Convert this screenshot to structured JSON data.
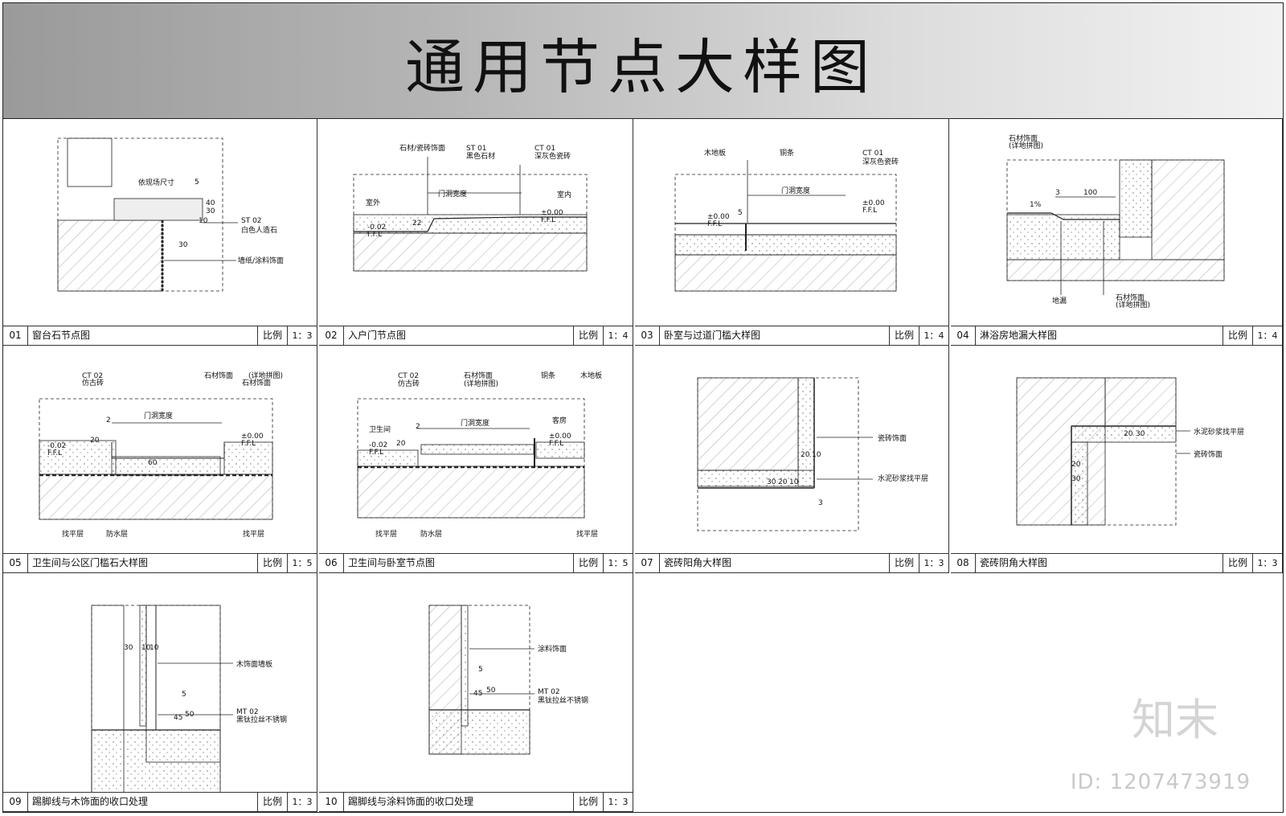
{
  "title": "通用节点大样图",
  "scale_label": "比例",
  "watermark": {
    "logo": "知末",
    "id": "ID: 1207473919"
  },
  "details": [
    {
      "num": "01",
      "name": "窗台石节点图",
      "scale": "1：3",
      "labels": [
        "依现场尺寸",
        "ST 02",
        "白色人造石",
        "墙纸/涂料饰面",
        "5",
        "30",
        "40",
        "10",
        "30"
      ]
    },
    {
      "num": "02",
      "name": "入户门节点图",
      "scale": "1：4",
      "labels": [
        "石材/瓷砖饰面",
        "ST 01",
        "黑色石材",
        "CT 01",
        "深灰色瓷砖",
        "室外",
        "门洞宽度",
        "室内",
        "-0.02",
        "F.F.L",
        "±0.00",
        "F.F.L",
        "22"
      ]
    },
    {
      "num": "03",
      "name": "卧室与过道门槛大样图",
      "scale": "1：4",
      "labels": [
        "木地板",
        "铜条",
        "CT 01",
        "深灰色瓷砖",
        "门洞宽度",
        "±0.00",
        "F.F.L",
        "±0.00",
        "F.F.L",
        "5"
      ]
    },
    {
      "num": "04",
      "name": "淋浴房地漏大样图",
      "scale": "1：4",
      "labels": [
        "石材饰面",
        "(详地拼图)",
        "1%",
        "3",
        "100",
        "地漏",
        "石材饰面",
        "(详地拼图)"
      ]
    },
    {
      "num": "05",
      "name": "卫生间与公区门槛石大样图",
      "scale": "1：5",
      "labels": [
        "CT 02",
        "仿古砖",
        "石材饰面",
        "(详地拼图)",
        "石材饰面",
        "门洞宽度",
        "-0.02",
        "F.F.L",
        "±0.00",
        "F.F.L",
        "20",
        "60",
        "找平层",
        "防水层",
        "找平层",
        "2"
      ]
    },
    {
      "num": "06",
      "name": "卫生间与卧室节点图",
      "scale": "1：5",
      "labels": [
        "CT 02",
        "仿古砖",
        "石材饰面",
        "(详地拼图)",
        "铜条",
        "木地板",
        "卫生间",
        "门洞宽度",
        "客房",
        "-0.02",
        "F.F.L",
        "±0.00",
        "F.F.L",
        "20",
        "找平层",
        "防水层",
        "找平层",
        "2"
      ]
    },
    {
      "num": "07",
      "name": "瓷砖阳角大样图",
      "scale": "1：3",
      "labels": [
        "瓷砖饰面",
        "水泥砂浆找平层",
        "20",
        "10",
        "30",
        "20",
        "10",
        "3"
      ]
    },
    {
      "num": "08",
      "name": "瓷砖阴角大样图",
      "scale": "1：3",
      "labels": [
        "水泥砂浆找平层",
        "瓷砖饰面",
        "20",
        "30",
        "20",
        "30"
      ]
    },
    {
      "num": "09",
      "name": "踢脚线与木饰面的收口处理",
      "scale": "1：3",
      "labels": [
        "30",
        "10",
        "10",
        "木饰面墙板",
        "MT 02",
        "黑钛拉丝不锈钢",
        "45",
        "50",
        "5"
      ]
    },
    {
      "num": "10",
      "name": "踢脚线与涂料饰面的收口处理",
      "scale": "1：3",
      "labels": [
        "涂料饰面",
        "MT 02",
        "黑钛拉丝不锈钢",
        "45",
        "50",
        "5"
      ]
    }
  ]
}
